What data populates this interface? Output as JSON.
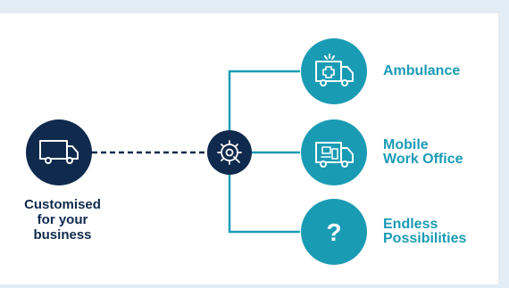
{
  "source": {
    "label_lines": [
      "Customised",
      "for your",
      "business"
    ],
    "icon": "van-icon"
  },
  "hub": {
    "icon": "gear-wrench-icon"
  },
  "outcomes": [
    {
      "lines": [
        "Ambulance"
      ],
      "icon": "ambulance-icon"
    },
    {
      "lines": [
        "Mobile",
        "Work Office"
      ],
      "icon": "mobile-office-van-icon"
    },
    {
      "lines": [
        "Endless",
        "Possibilities"
      ],
      "icon": "question-mark-icon",
      "glyph": "?"
    }
  ],
  "colors": {
    "navy": "#0f2a4d",
    "teal": "#1a9bb4",
    "background": "#e1ecf4"
  }
}
